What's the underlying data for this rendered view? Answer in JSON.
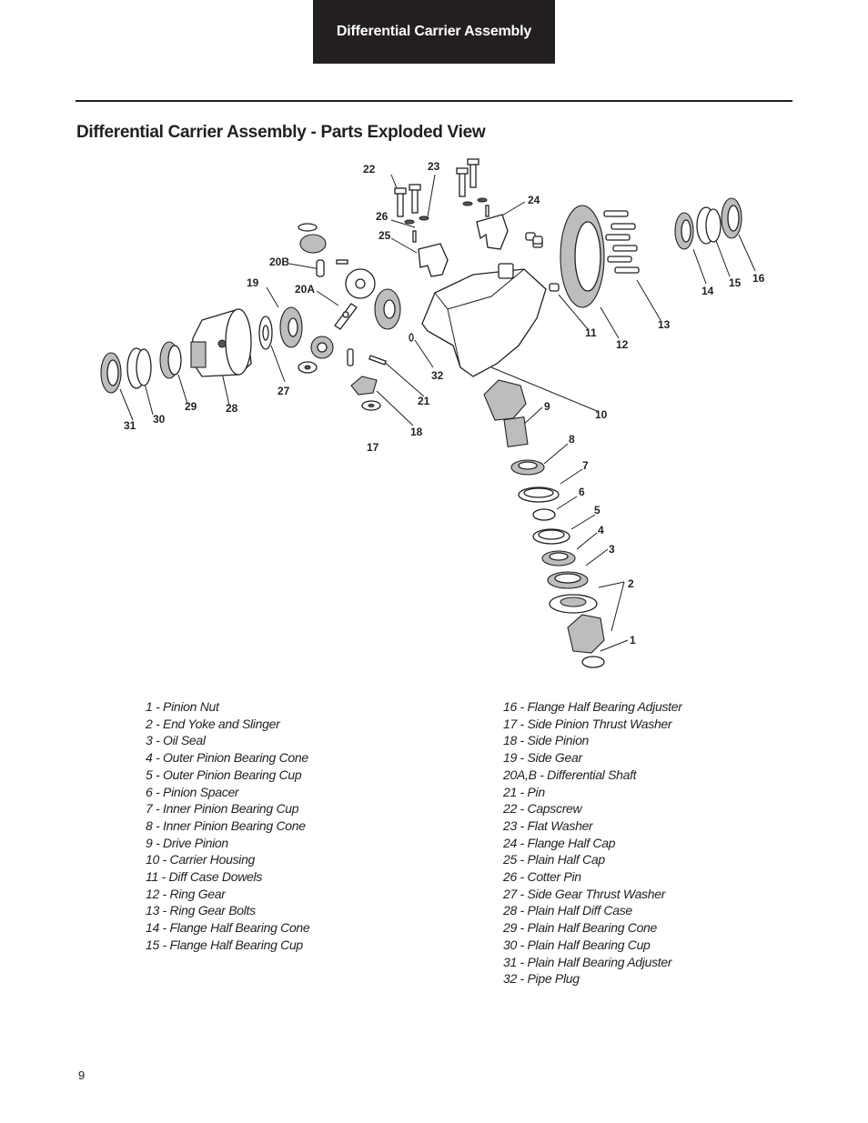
{
  "header": {
    "tab_label": "Differential Carrier Assembly"
  },
  "page_title": "Differential Carrier Assembly - Parts Exploded View",
  "callouts": [
    "1",
    "2",
    "3",
    "4",
    "5",
    "6",
    "7",
    "8",
    "9",
    "10",
    "11",
    "12",
    "13",
    "14",
    "15",
    "16",
    "17",
    "18",
    "19",
    "20A",
    "20B",
    "21",
    "22",
    "23",
    "24",
    "25",
    "26",
    "27",
    "28",
    "29",
    "30",
    "31",
    "32"
  ],
  "legend_left": [
    "1 - Pinion Nut",
    "2 - End Yoke and Slinger",
    "3 - Oil Seal",
    "4 - Outer Pinion Bearing Cone",
    "5 - Outer Pinion Bearing Cup",
    "6 - Pinion Spacer",
    "7 - Inner Pinion Bearing Cup",
    "8 - Inner Pinion Bearing Cone",
    "9 - Drive Pinion",
    "10 - Carrier Housing",
    "11 - Diff Case Dowels",
    "12 - Ring Gear",
    "13 - Ring Gear Bolts",
    "14 - Flange Half Bearing Cone",
    "15 - Flange Half Bearing Cup"
  ],
  "legend_right": [
    "16 - Flange Half Bearing Adjuster",
    "17 - Side Pinion Thrust Washer",
    "18 - Side Pinion",
    "19 - Side Gear",
    "20A,B - Differential Shaft",
    "21 - Pin",
    "22 - Capscrew",
    "23 - Flat Washer",
    "24 - Flange Half Cap",
    "25 - Plain Half Cap",
    "26 - Cotter Pin",
    "27 - Side Gear Thrust Washer",
    "28 - Plain Half Diff Case",
    "29 - Plain Half Bearing Cone",
    "30 - Plain Half Bearing Cup",
    "31 - Plain Half Bearing Adjuster",
    "32 - Pipe Plug"
  ],
  "page_number": "9"
}
